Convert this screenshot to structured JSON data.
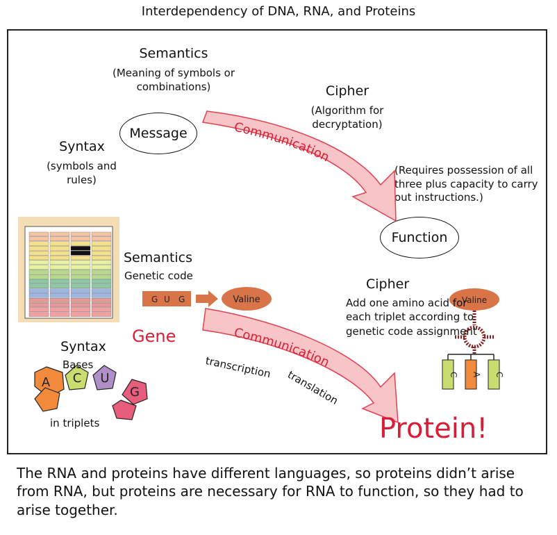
{
  "title": "Interdependency of DNA, RNA, and Proteins",
  "top": {
    "semantics_title": "Semantics",
    "semantics_desc": "(Meaning of symbols or combinations)",
    "cipher_title": "Cipher",
    "cipher_desc": "(Algorithm for decryptation)",
    "message": "Message",
    "syntax_title": "Syntax",
    "syntax_desc": "(symbols and rules)",
    "communication": "Communication",
    "requires": "(Requires possession of all three plus capacity to carry out instructions.)",
    "function": "Function"
  },
  "bottom": {
    "semantics_title": "Semantics",
    "genetic_code": "Genetic code",
    "codon": [
      "G",
      "U",
      "G"
    ],
    "valine": "Valine",
    "gene": "Gene",
    "cipher_title": "Cipher",
    "cipher_desc": "Add one amino acid for each triplet according to genetic code assignment",
    "trna_label": "Valine",
    "trna_bases": [
      "C",
      "A",
      "C"
    ],
    "syntax_title": "Syntax",
    "bases_label": "Bases",
    "bases": [
      "A",
      "C",
      "U",
      "G"
    ],
    "in_triplets": "in triplets",
    "communication": "Communication",
    "transcription": "transcription",
    "translation": "translation",
    "protein": "Protein!"
  },
  "caption": "The RNA and proteins have different languages, so proteins didn’t arise from RNA, but proteins are necessary for RNA to function, so they had to arise together.",
  "colors": {
    "arrow_fill": "#f7c5c8",
    "arrow_stroke": "#e0404f",
    "red_text": "#d81e36",
    "orange": "#d97448",
    "A": "#f28a3c",
    "C": "#c8dd6d",
    "U": "#b08ec6",
    "G": "#e85c7c"
  }
}
